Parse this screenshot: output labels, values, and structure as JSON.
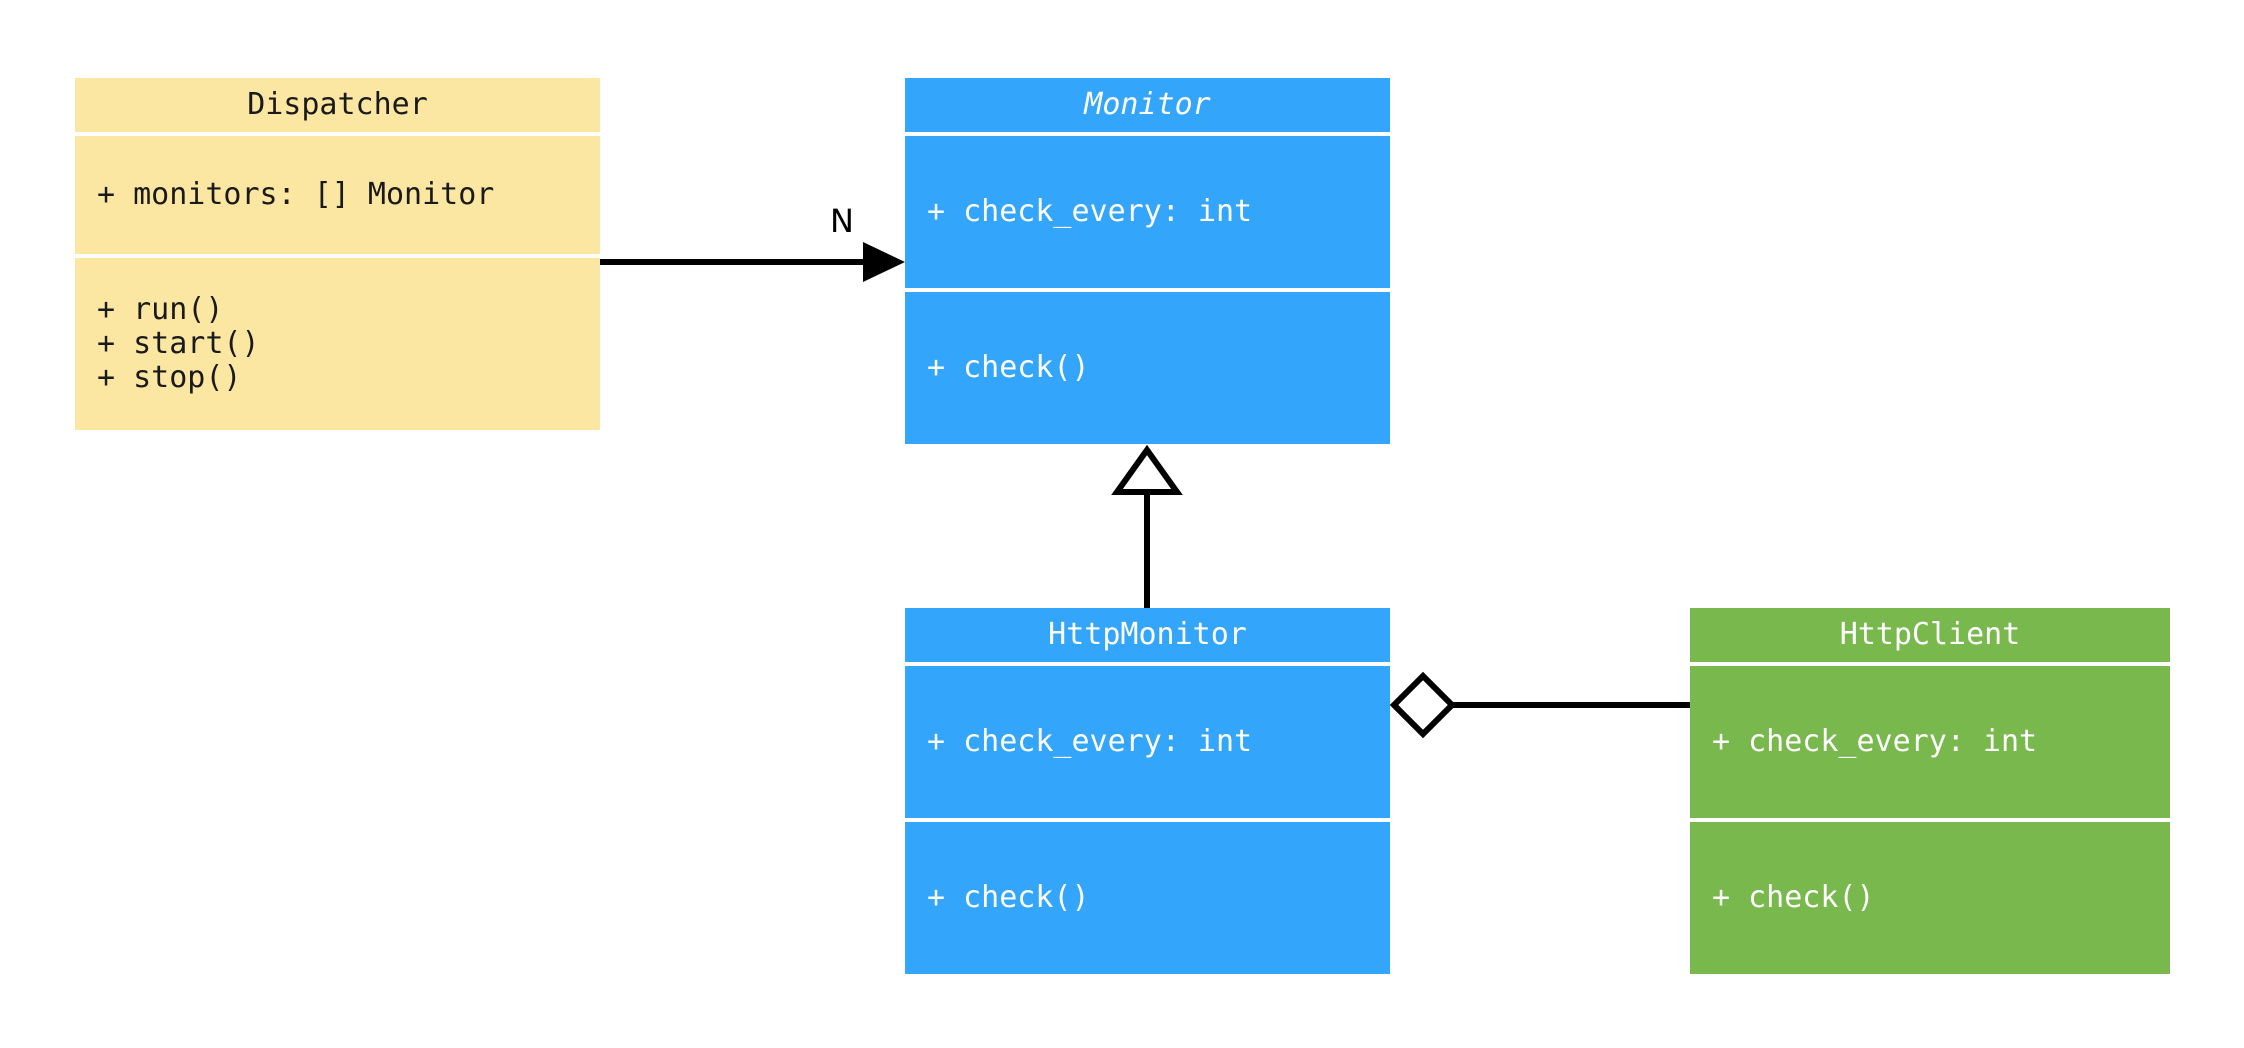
{
  "diagram": {
    "type": "uml-class-diagram",
    "background": "#ffffff",
    "classes": [
      {
        "id": "dispatcher",
        "name": "Dispatcher",
        "abstract": false,
        "fill": "#fce7a2",
        "text_color": "#1a1a1a",
        "attributes": [
          "+ monitors: [] Monitor"
        ],
        "methods": [
          "+ run()",
          "+ start()",
          "+ stop()"
        ]
      },
      {
        "id": "monitor",
        "name": "Monitor",
        "abstract": true,
        "fill": "#33a5fa",
        "text_color": "#ffffff",
        "attributes": [
          "+ check_every: int"
        ],
        "methods": [
          "+ check()"
        ]
      },
      {
        "id": "httpmonitor",
        "name": "HttpMonitor",
        "abstract": false,
        "fill": "#33a5fa",
        "text_color": "#ffffff",
        "attributes": [
          "+ check_every: int"
        ],
        "methods": [
          "+ check()"
        ]
      },
      {
        "id": "httpclient",
        "name": "HttpClient",
        "abstract": false,
        "fill": "#78b84d",
        "text_color": "#ffffff",
        "attributes": [
          "+ check_every: int"
        ],
        "methods": [
          "+ check()"
        ]
      }
    ],
    "relationships": [
      {
        "id": "dispatcher-monitor",
        "kind": "association",
        "from": "Dispatcher",
        "to": "Monitor",
        "label": "N",
        "arrow": "solid-filled-arrowhead",
        "line_color": "#000000"
      },
      {
        "id": "httpmonitor-monitor",
        "kind": "generalization",
        "from": "HttpMonitor",
        "to": "Monitor",
        "label": "",
        "arrow": "hollow-triangle",
        "line_color": "#000000"
      },
      {
        "id": "httpmonitor-httpclient",
        "kind": "aggregation",
        "from": "HttpMonitor",
        "to": "HttpClient",
        "label": "",
        "arrow": "hollow-diamond",
        "line_color": "#000000"
      }
    ]
  }
}
